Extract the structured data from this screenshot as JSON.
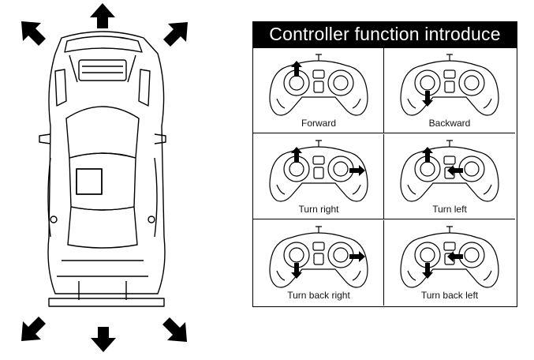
{
  "panel": {
    "title": "Controller function introduce",
    "functions": [
      {
        "label": "Forward",
        "left_stick": "up",
        "right_stick": "none"
      },
      {
        "label": "Backward",
        "left_stick": "down",
        "right_stick": "none"
      },
      {
        "label": "Turn right",
        "left_stick": "up",
        "right_stick": "right"
      },
      {
        "label": "Turn left",
        "left_stick": "up",
        "right_stick": "left"
      },
      {
        "label": "Turn back right",
        "left_stick": "down",
        "right_stick": "right"
      },
      {
        "label": "Turn back left",
        "left_stick": "down",
        "right_stick": "left"
      }
    ]
  },
  "car": {
    "direction_arrows": [
      "up",
      "up-left",
      "up-right",
      "down",
      "down-left",
      "down-right"
    ]
  }
}
